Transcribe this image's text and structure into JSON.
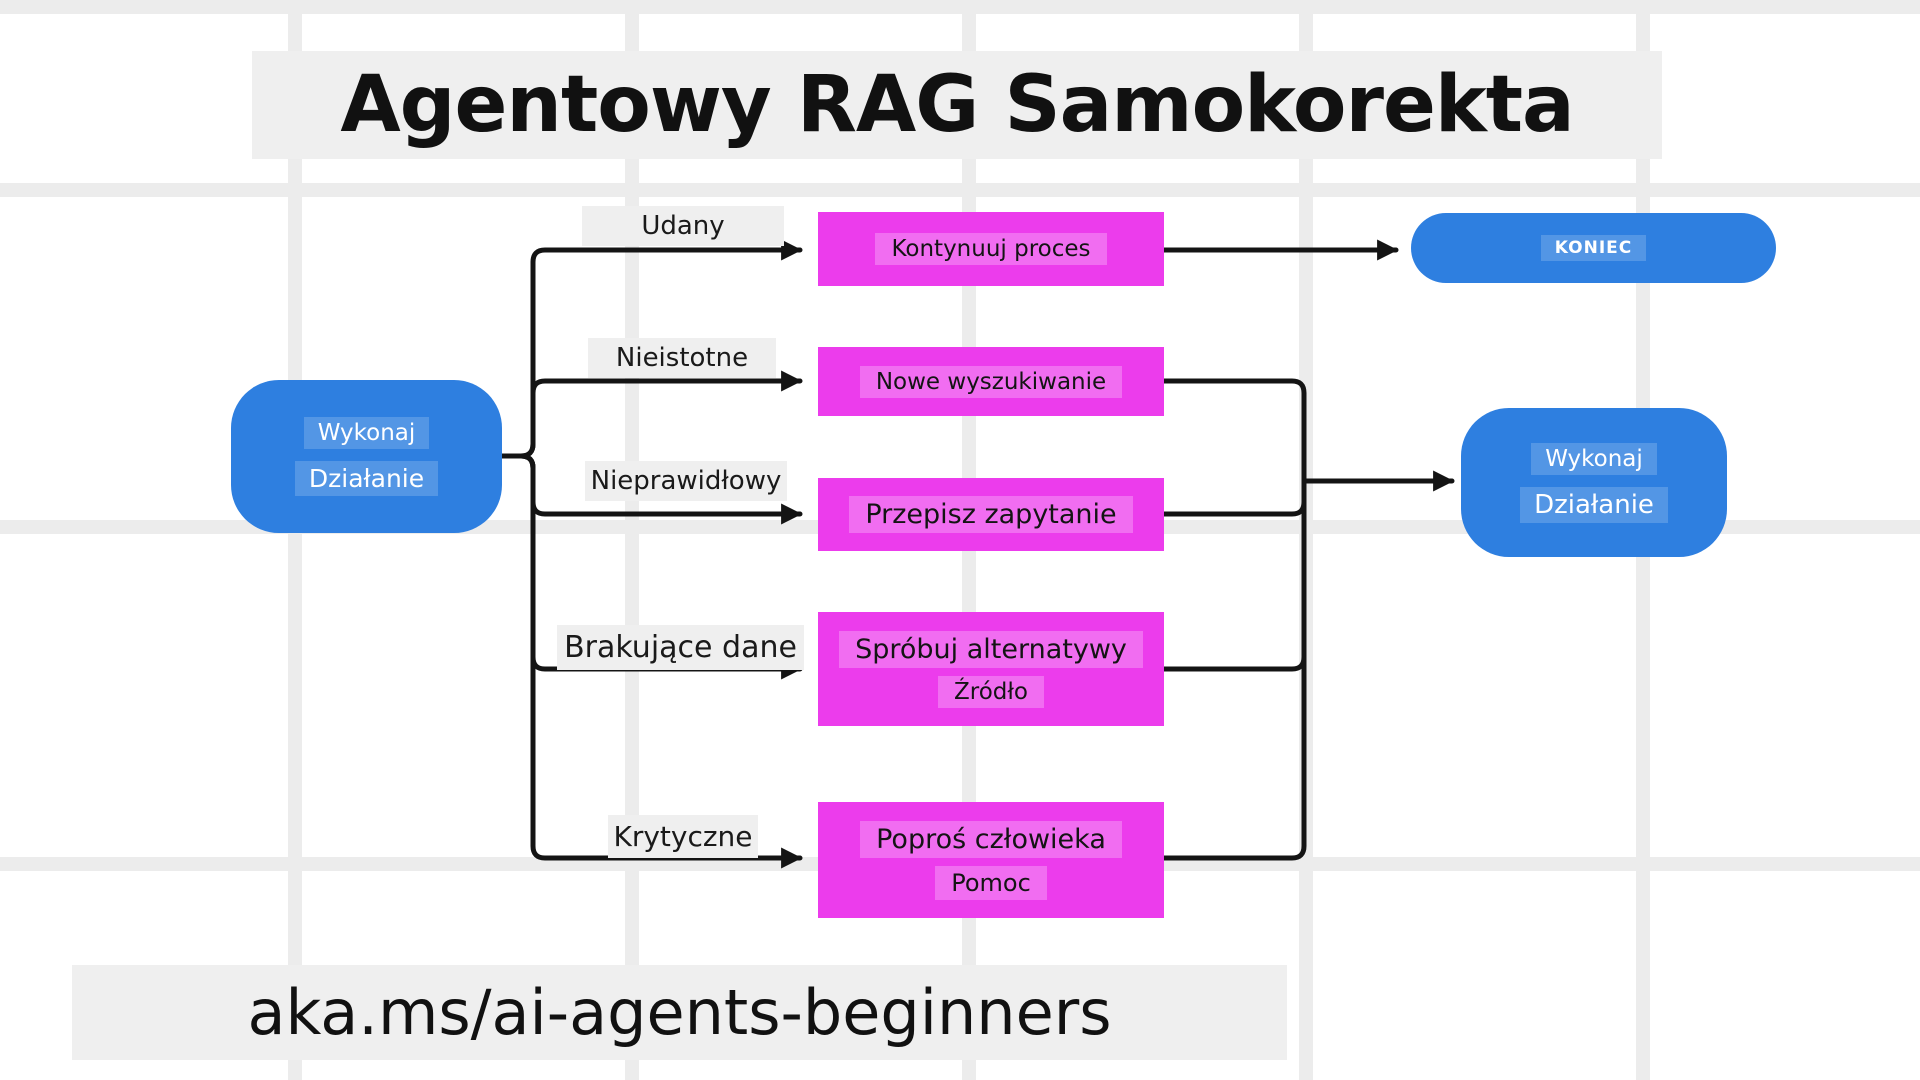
{
  "title": "Agentowy RAG Samokorekta",
  "footer": "aka.ms/ai-agents-beginners",
  "start_node": {
    "line1": "Wykonaj",
    "line2": "Działanie"
  },
  "end_node": {
    "line1": "Wykonaj",
    "line2": "Działanie"
  },
  "koniec_node": {
    "label": "KONIEC"
  },
  "branches": [
    {
      "label": "Udany",
      "action": "Kontynuuj proces"
    },
    {
      "label": "Nieistotne",
      "action": "Nowe wyszukiwanie"
    },
    {
      "label": "Nieprawidłowy",
      "action": "Przepisz zapytanie"
    },
    {
      "label": "Brakujące dane",
      "action": "Spróbuj alternatywy",
      "action_sub": "Źródło"
    },
    {
      "label": "Krytyczne",
      "action": "Poproś człowieka",
      "action_sub": "Pomoc"
    }
  ],
  "colors": {
    "blue": "#2e7fe0",
    "magenta": "#ec3cec",
    "panel_bg": "#efefef",
    "line": "#141414"
  }
}
